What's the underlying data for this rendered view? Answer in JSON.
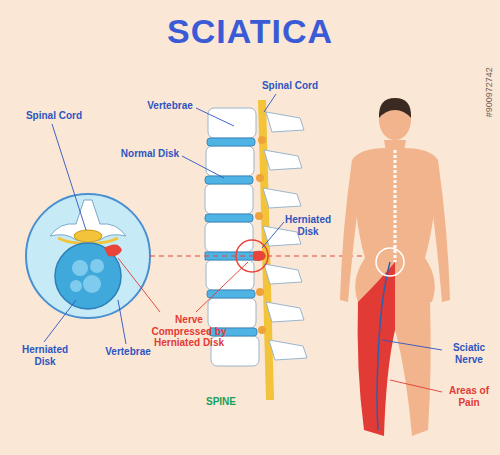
{
  "diagram": {
    "title": "SCIATICA",
    "labels": [
      "Spinal Cord",
      "Vertebrae",
      "Spinal Cord",
      "Normal Disk",
      "Herniated Disk",
      "Nerve Compressed by Herniated Disk",
      "Herniated Disk",
      "Vertebrae",
      "SPINE",
      "Sciatic Nerve",
      "Areas of Pain",
      "#900972742"
    ]
  }
}
